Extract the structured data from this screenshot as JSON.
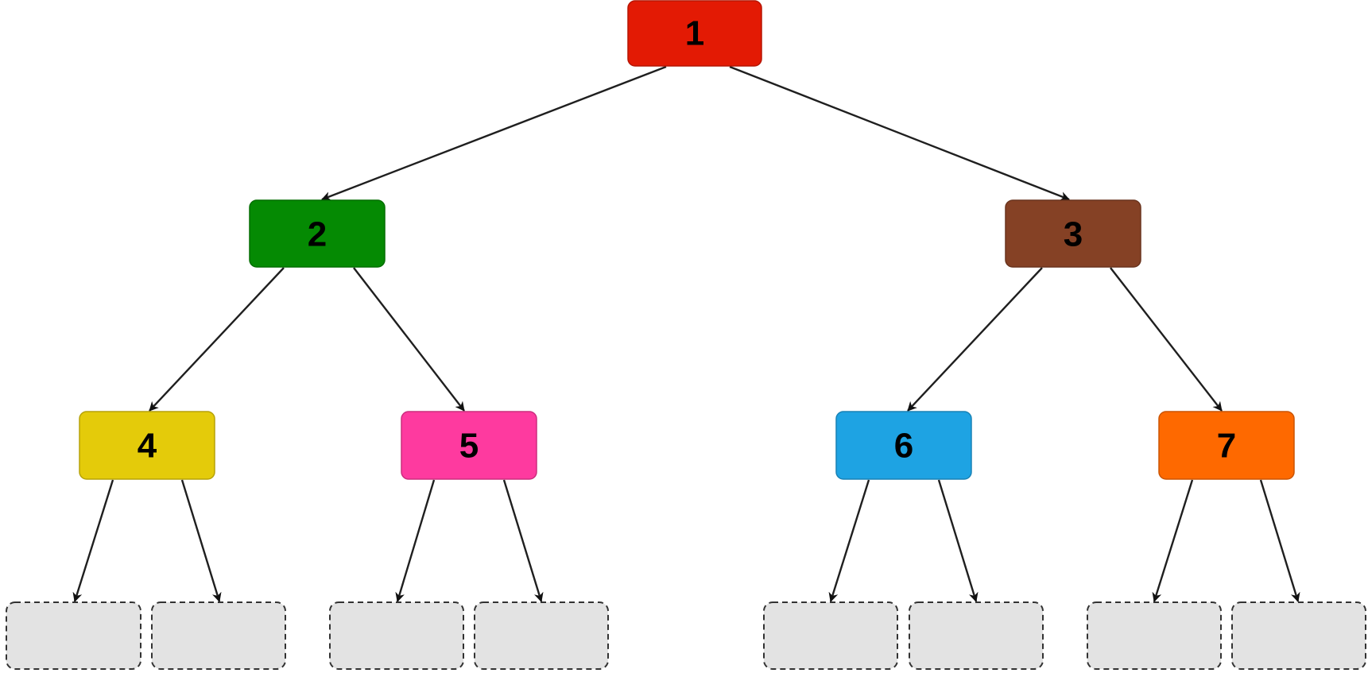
{
  "tree": {
    "nodes": [
      {
        "id": "n1",
        "label": "1",
        "color": "#e31a04"
      },
      {
        "id": "n2",
        "label": "2",
        "color": "#058a03"
      },
      {
        "id": "n3",
        "label": "3",
        "color": "#854125"
      },
      {
        "id": "n4",
        "label": "4",
        "color": "#e4cb0a"
      },
      {
        "id": "n5",
        "label": "5",
        "color": "#fe3a9f"
      },
      {
        "id": "n6",
        "label": "6",
        "color": "#1ea3e3"
      },
      {
        "id": "n7",
        "label": "7",
        "color": "#fe6900"
      }
    ],
    "empty_slot_color": "#e3e3e3",
    "edge_color": "#1f1f1f",
    "edges": [
      [
        "n1",
        "n2"
      ],
      [
        "n1",
        "n3"
      ],
      [
        "n2",
        "n4"
      ],
      [
        "n2",
        "n5"
      ],
      [
        "n3",
        "n6"
      ],
      [
        "n3",
        "n7"
      ],
      [
        "n4",
        "e1"
      ],
      [
        "n4",
        "e2"
      ],
      [
        "n5",
        "e3"
      ],
      [
        "n5",
        "e4"
      ],
      [
        "n6",
        "e5"
      ],
      [
        "n6",
        "e6"
      ],
      [
        "n7",
        "e7"
      ],
      [
        "n7",
        "e8"
      ]
    ]
  }
}
